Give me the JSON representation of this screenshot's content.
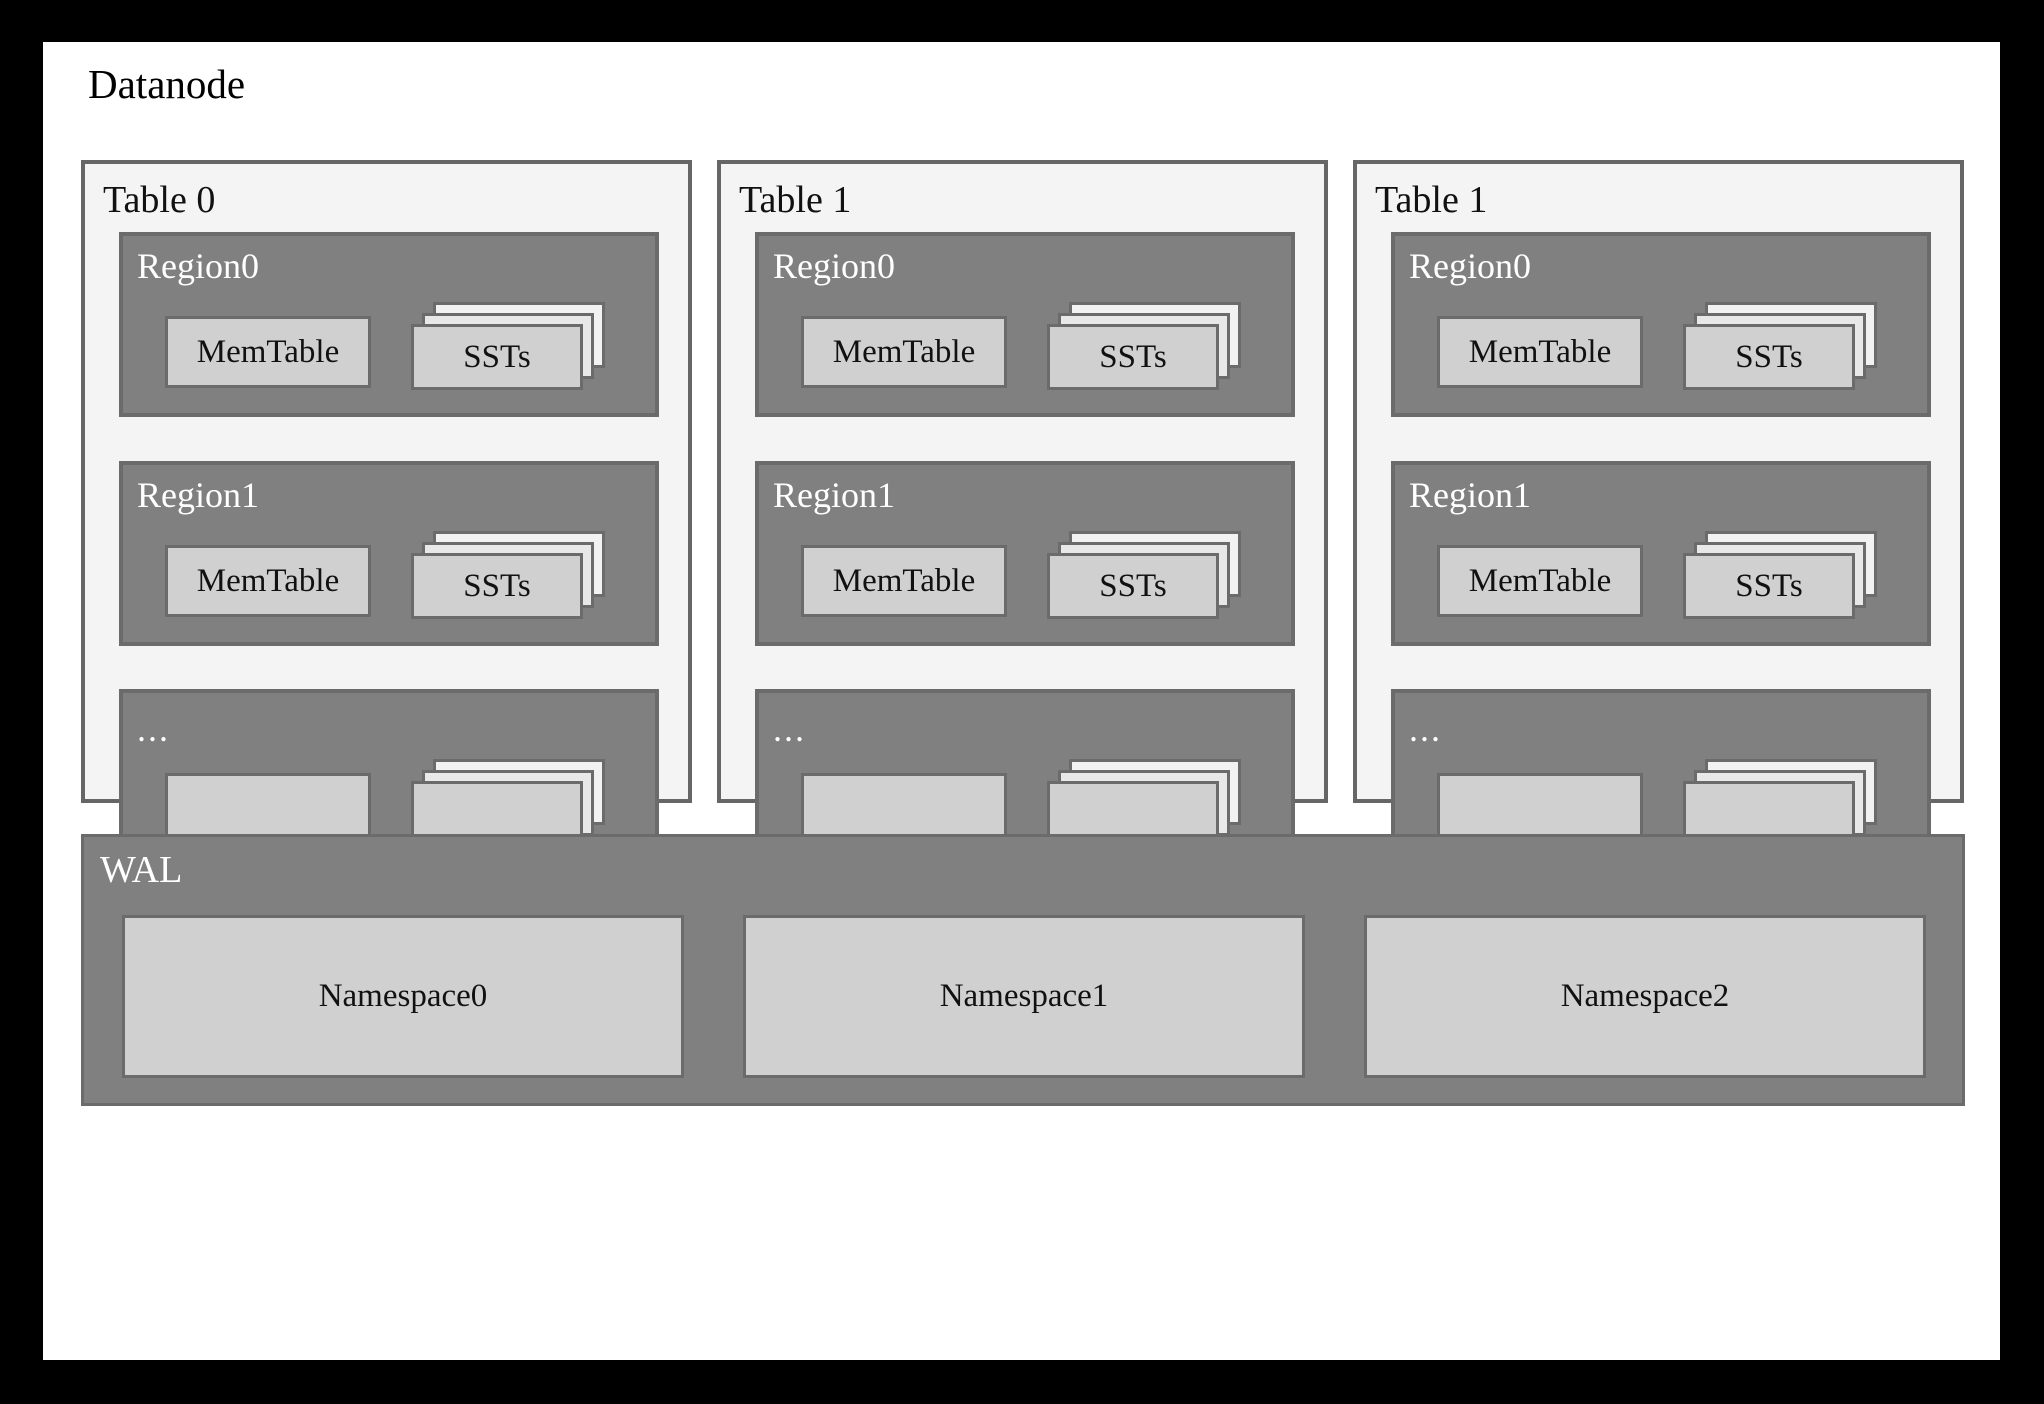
{
  "diagram": {
    "title": "Datanode",
    "tables": [
      {
        "label": "Table 0",
        "regions": [
          {
            "label": "Region0",
            "memtable": "MemTable",
            "ssts": "SSTs",
            "sst_layers": 3
          },
          {
            "label": "Region1",
            "memtable": "MemTable",
            "ssts": "SSTs",
            "sst_layers": 3
          },
          {
            "label": "...",
            "memtable": "",
            "ssts": "",
            "sst_layers": 3
          }
        ]
      },
      {
        "label": "Table 1",
        "regions": [
          {
            "label": "Region0",
            "memtable": "MemTable",
            "ssts": "SSTs",
            "sst_layers": 3
          },
          {
            "label": "Region1",
            "memtable": "MemTable",
            "ssts": "SSTs",
            "sst_layers": 3
          },
          {
            "label": "...",
            "memtable": "",
            "ssts": "",
            "sst_layers": 3
          }
        ]
      },
      {
        "label": "Table 1",
        "regions": [
          {
            "label": "Region0",
            "memtable": "MemTable",
            "ssts": "SSTs",
            "sst_layers": 3
          },
          {
            "label": "Region1",
            "memtable": "MemTable",
            "ssts": "SSTs",
            "sst_layers": 3
          },
          {
            "label": "...",
            "memtable": "",
            "ssts": "",
            "sst_layers": 3
          }
        ]
      }
    ],
    "wal": {
      "label": "WAL",
      "namespaces": [
        {
          "label": "Namespace0"
        },
        {
          "label": "Namespace1"
        },
        {
          "label": "Namespace2"
        }
      ]
    }
  },
  "colors": {
    "outer_frame": "#000000",
    "canvas": "#ffffff",
    "table_panel_fill": "#f4f4f4",
    "table_panel_border": "#666666",
    "region_fill": "#808080",
    "region_border": "#6b6b6b",
    "leaf_fill": "#d0d0d0",
    "leaf_border": "#6b6b6b",
    "text_dark": "#111111",
    "text_light": "#ffffff"
  }
}
